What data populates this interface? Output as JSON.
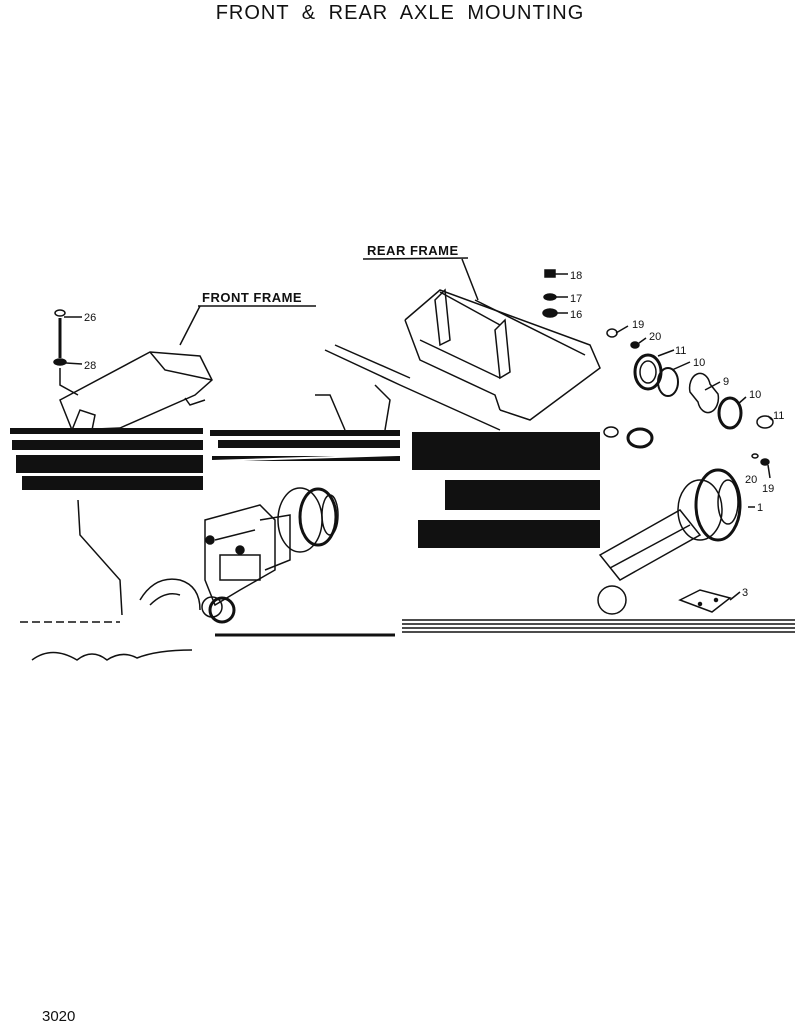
{
  "page": {
    "title": "FRONT & REAR AXLE MOUNTING",
    "page_number": "3020"
  },
  "frames": {
    "front": "FRONT FRAME",
    "rear": "REAR FRAME"
  },
  "callouts": [
    {
      "id": "c26",
      "text": "26"
    },
    {
      "id": "c28",
      "text": "28"
    },
    {
      "id": "c18",
      "text": "18"
    },
    {
      "id": "c17",
      "text": "17"
    },
    {
      "id": "c16",
      "text": "16"
    },
    {
      "id": "c19a",
      "text": "19"
    },
    {
      "id": "c20a",
      "text": "20"
    },
    {
      "id": "c11a",
      "text": "11"
    },
    {
      "id": "c10a",
      "text": "10"
    },
    {
      "id": "c9",
      "text": "9"
    },
    {
      "id": "c10b",
      "text": "10"
    },
    {
      "id": "c11b",
      "text": "11"
    },
    {
      "id": "c20b",
      "text": "20"
    },
    {
      "id": "c19b",
      "text": "19"
    },
    {
      "id": "c1",
      "text": "1"
    },
    {
      "id": "c3",
      "text": "3"
    }
  ]
}
